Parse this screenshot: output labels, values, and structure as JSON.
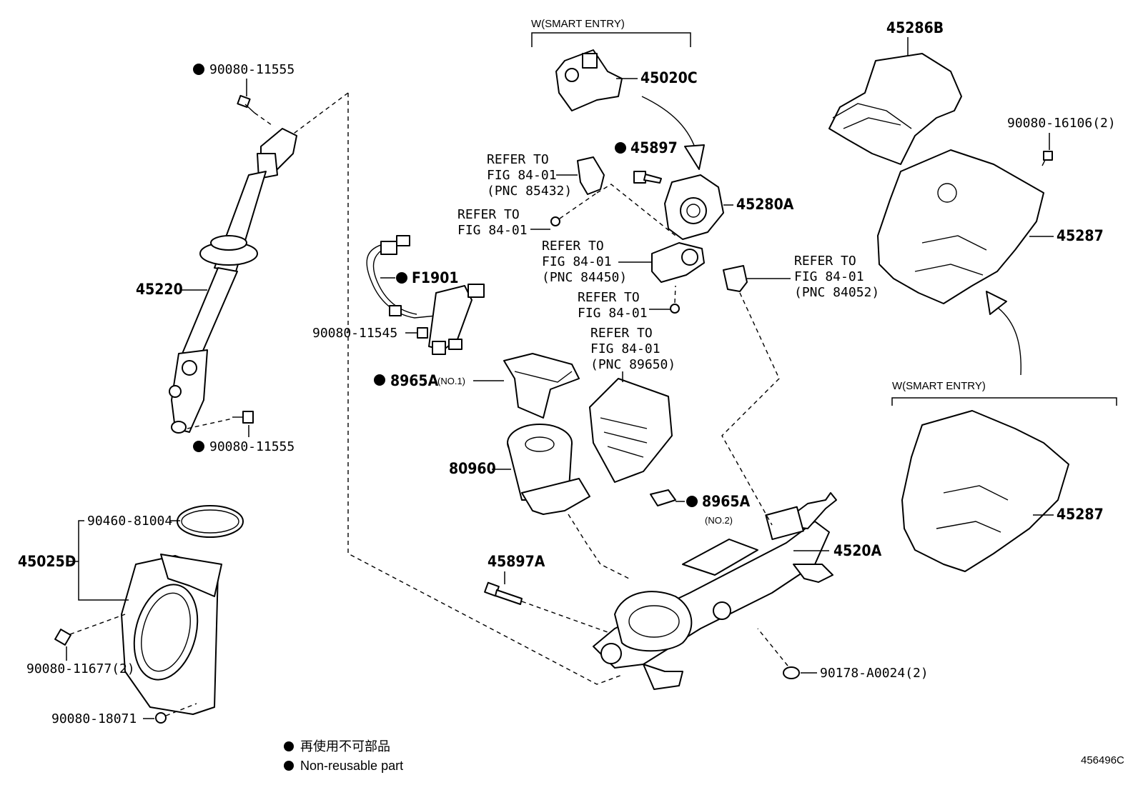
{
  "groups": {
    "smart_entry_top": "W(SMART ENTRY)",
    "smart_entry_right": "W(SMART ENTRY)"
  },
  "parts": {
    "p45220": "45220",
    "p90080_11555_top": "90080-11555",
    "p90080_11555_bottom": "90080-11555",
    "p45025D": "45025D",
    "p90460_81004": "90460-81004",
    "p90080_11677": "90080-11677(2)",
    "p90080_18071": "90080-18071",
    "p90080_11545": "90080-11545",
    "pF1901": "F1901",
    "p8965A_1": "8965A",
    "p8965A_1_note": "(NO.1)",
    "p80960": "80960",
    "p8965A_2": "8965A",
    "p8965A_2_note": "(NO.2)",
    "p45897A": "45897A",
    "p4520A": "4520A",
    "p90178": "90178-A0024(2)",
    "p45020C": "45020C",
    "p45897": "45897",
    "p45280A": "45280A",
    "p45286B": "45286B",
    "p90080_16106": "90080-16106(2)",
    "p45287_top": "45287",
    "p45287_bottom": "45287"
  },
  "refs": {
    "r85432": [
      "REFER TO",
      "FIG 84-01",
      "(PNC 85432)"
    ],
    "r_fig_a": [
      "REFER TO",
      "FIG 84-01"
    ],
    "r84450": [
      "REFER TO",
      "FIG 84-01",
      "(PNC 84450)"
    ],
    "r_fig_b": [
      "REFER TO",
      "FIG 84-01"
    ],
    "r84052": [
      "REFER TO",
      "FIG 84-01",
      "(PNC 84052)"
    ],
    "r89650": [
      "REFER TO",
      "FIG 84-01",
      "(PNC 89650)"
    ]
  },
  "legend": {
    "jp": "再使用不可部品",
    "en": "Non-reusable part"
  },
  "figure_id": "456496C"
}
